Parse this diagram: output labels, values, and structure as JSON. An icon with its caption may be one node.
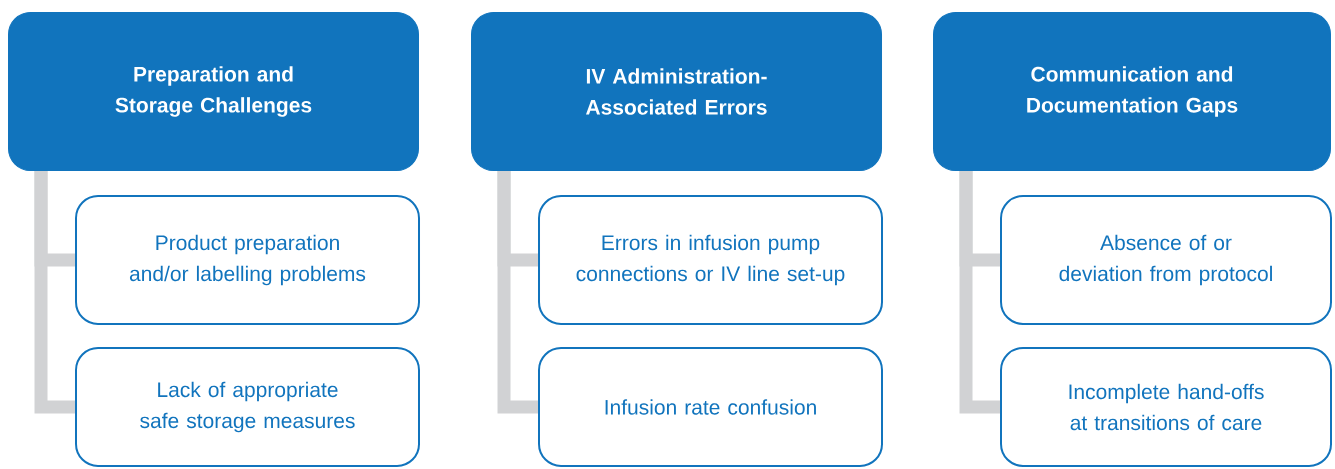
{
  "diagram": {
    "nodes": [
      {
        "text": [
          "Preparation and Storage Challenges"
        ]
      },
      {
        "text": [
          "Product preparation and/or labelling problems"
        ]
      },
      {
        "text": [
          "Lack of appropriate safe storage measures"
        ]
      },
      {
        "text": [
          "IV Administration-Associated Errors"
        ]
      },
      {
        "text": [
          "Errors in infusion pump connections or IV line set-up"
        ]
      },
      {
        "text": [
          "Infusion rate confusion"
        ]
      },
      {
        "text": [
          "Communication and Documentation Gaps"
        ]
      },
      {
        "text": [
          "Absence of or deviation from protocol"
        ]
      },
      {
        "text": [
          "Incomplete hand-offs at transitions of care"
        ]
      }
    ],
    "edges": [
      {
        "from": 0,
        "to": 1,
        "arrow": "none"
      },
      {
        "from": 0,
        "to": 2,
        "arrow": "none"
      },
      {
        "from": 3,
        "to": 4,
        "arrow": "none"
      },
      {
        "from": 3,
        "to": 5,
        "arrow": "none"
      },
      {
        "from": 6,
        "to": 7,
        "arrow": "none"
      },
      {
        "from": 6,
        "to": 8,
        "arrow": "none"
      }
    ]
  }
}
